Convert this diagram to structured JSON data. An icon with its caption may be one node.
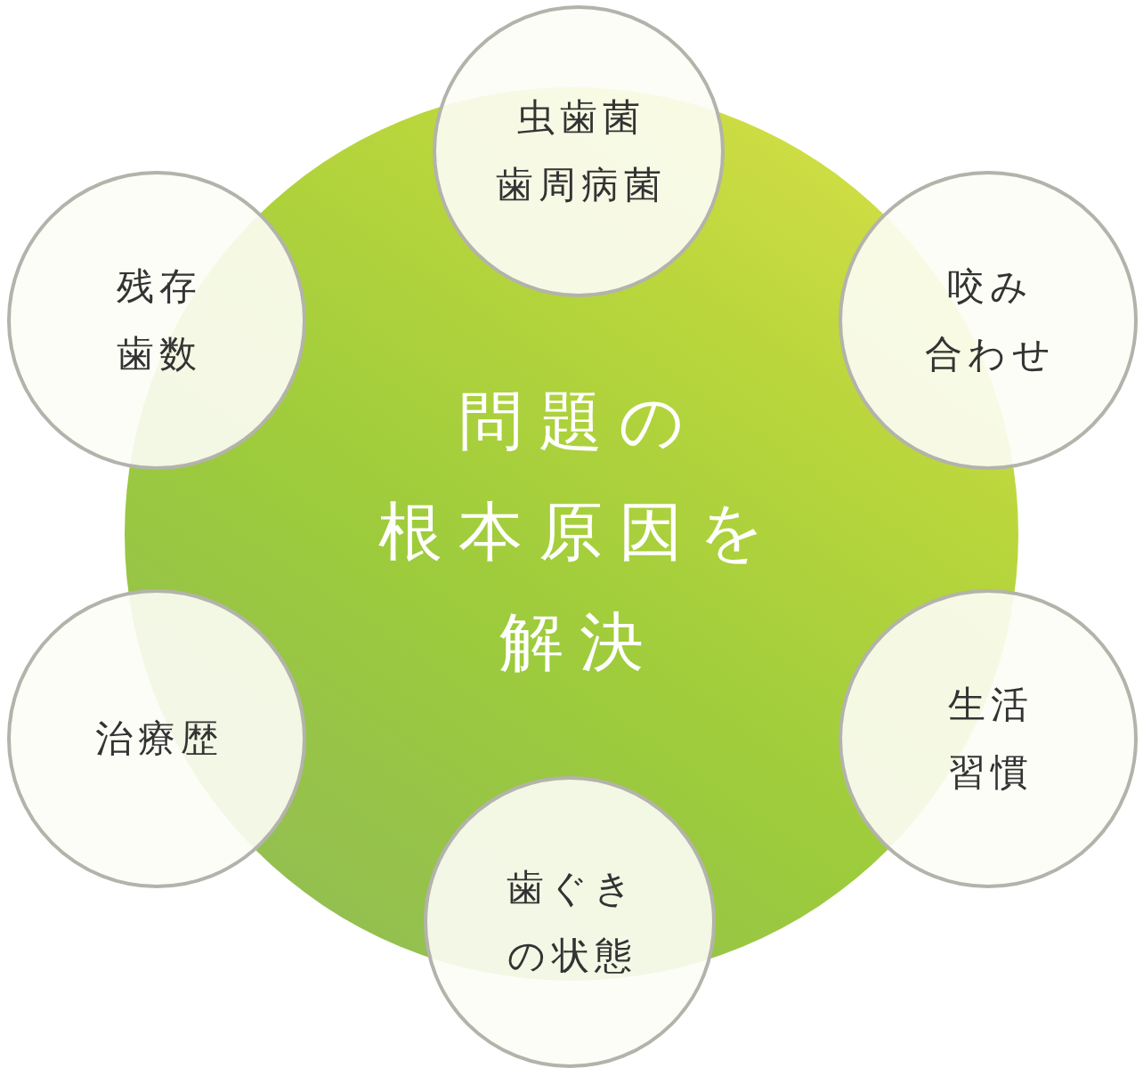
{
  "diagram": {
    "nodes": [
      {
        "text": [
          "問題の根本原因を解決"
        ]
      },
      {
        "text": [
          "虫歯菌歯周病菌"
        ]
      },
      {
        "text": [
          "残存歯数"
        ]
      },
      {
        "text": [
          "咬み合わせ"
        ]
      },
      {
        "text": [
          "治療歴"
        ]
      },
      {
        "text": [
          "生活習慣"
        ]
      },
      {
        "text": [
          "歯ぐきの状態"
        ]
      }
    ]
  }
}
